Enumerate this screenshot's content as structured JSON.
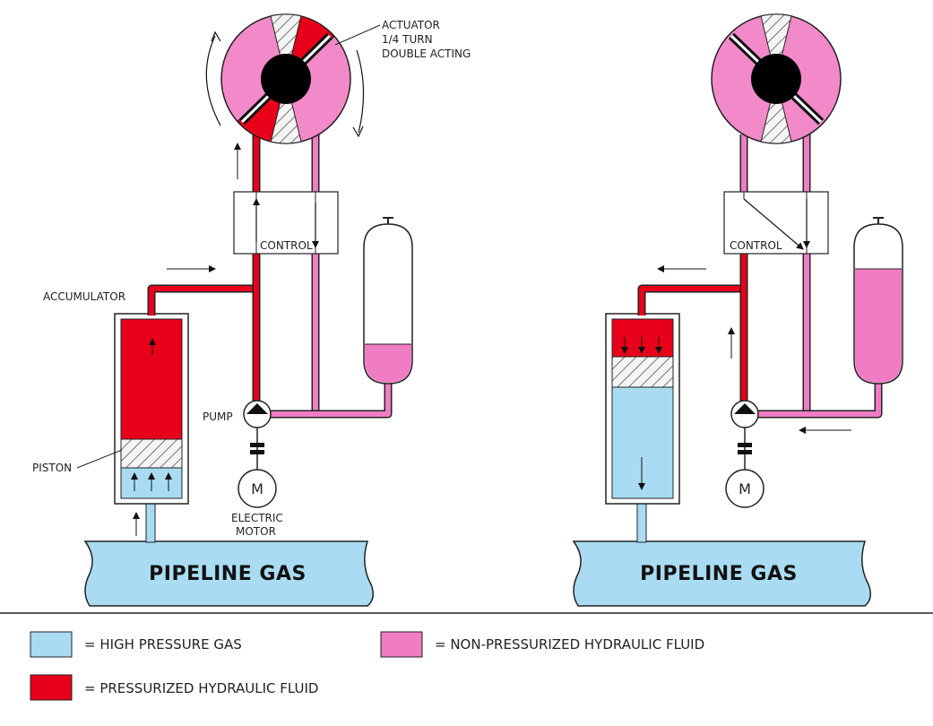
{
  "colors": {
    "high_pressure_gas": "#a9dcf2",
    "pressurized_fluid": "#e8001a",
    "non_pressurized_fluid": "#f07cc4",
    "actuator_pink": "#f28ac9",
    "outline": "#222222"
  },
  "labels": {
    "actuator_line1": "ACTUATOR",
    "actuator_line2": "1/4 TURN",
    "actuator_line3": "DOUBLE ACTING",
    "control": "CONTROL",
    "accumulator": "ACCUMULATOR",
    "piston": "PISTON",
    "pump": "PUMP",
    "motor_symbol": "M",
    "electric_line1": "ELECTRIC",
    "electric_line2": "MOTOR",
    "pipeline_gas": "PIPELINE GAS"
  },
  "legend": {
    "high_pressure_gas": "= HIGH PRESSURE GAS",
    "pressurized_fluid": "= PRESSURIZED HYDRAULIC FLUID",
    "non_pressurized_fluid": "= NON-PRESSURIZED HYDRAULIC FLUID"
  },
  "icons": [
    "actuator-rotor-icon",
    "pump-icon",
    "motor-icon",
    "accumulator-tank-icon",
    "bottle-icon",
    "flow-arrow-icon"
  ]
}
